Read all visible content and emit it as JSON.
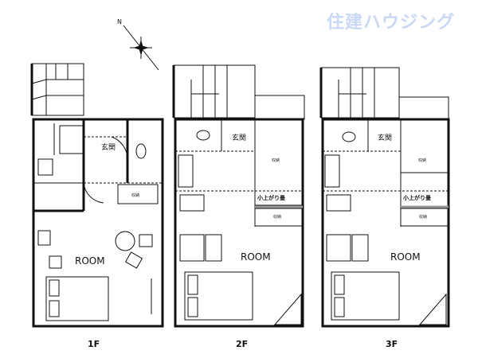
{
  "logo": {
    "text": "住建ハウジング",
    "color": "#c9d8f6"
  },
  "compass": {
    "label": "N"
  },
  "floors": [
    {
      "name": "1F",
      "entrance": "玄関",
      "room": "ROOM",
      "storage": "収納"
    },
    {
      "name": "2F",
      "entrance": "玄関",
      "room": "ROOM",
      "loft": "小上がり畳",
      "storage": "収納",
      "storage2": "収納"
    },
    {
      "name": "3F",
      "entrance": "玄関",
      "room": "ROOM",
      "loft": "小上がり畳",
      "storage": "収納",
      "storage2": "収納"
    }
  ]
}
